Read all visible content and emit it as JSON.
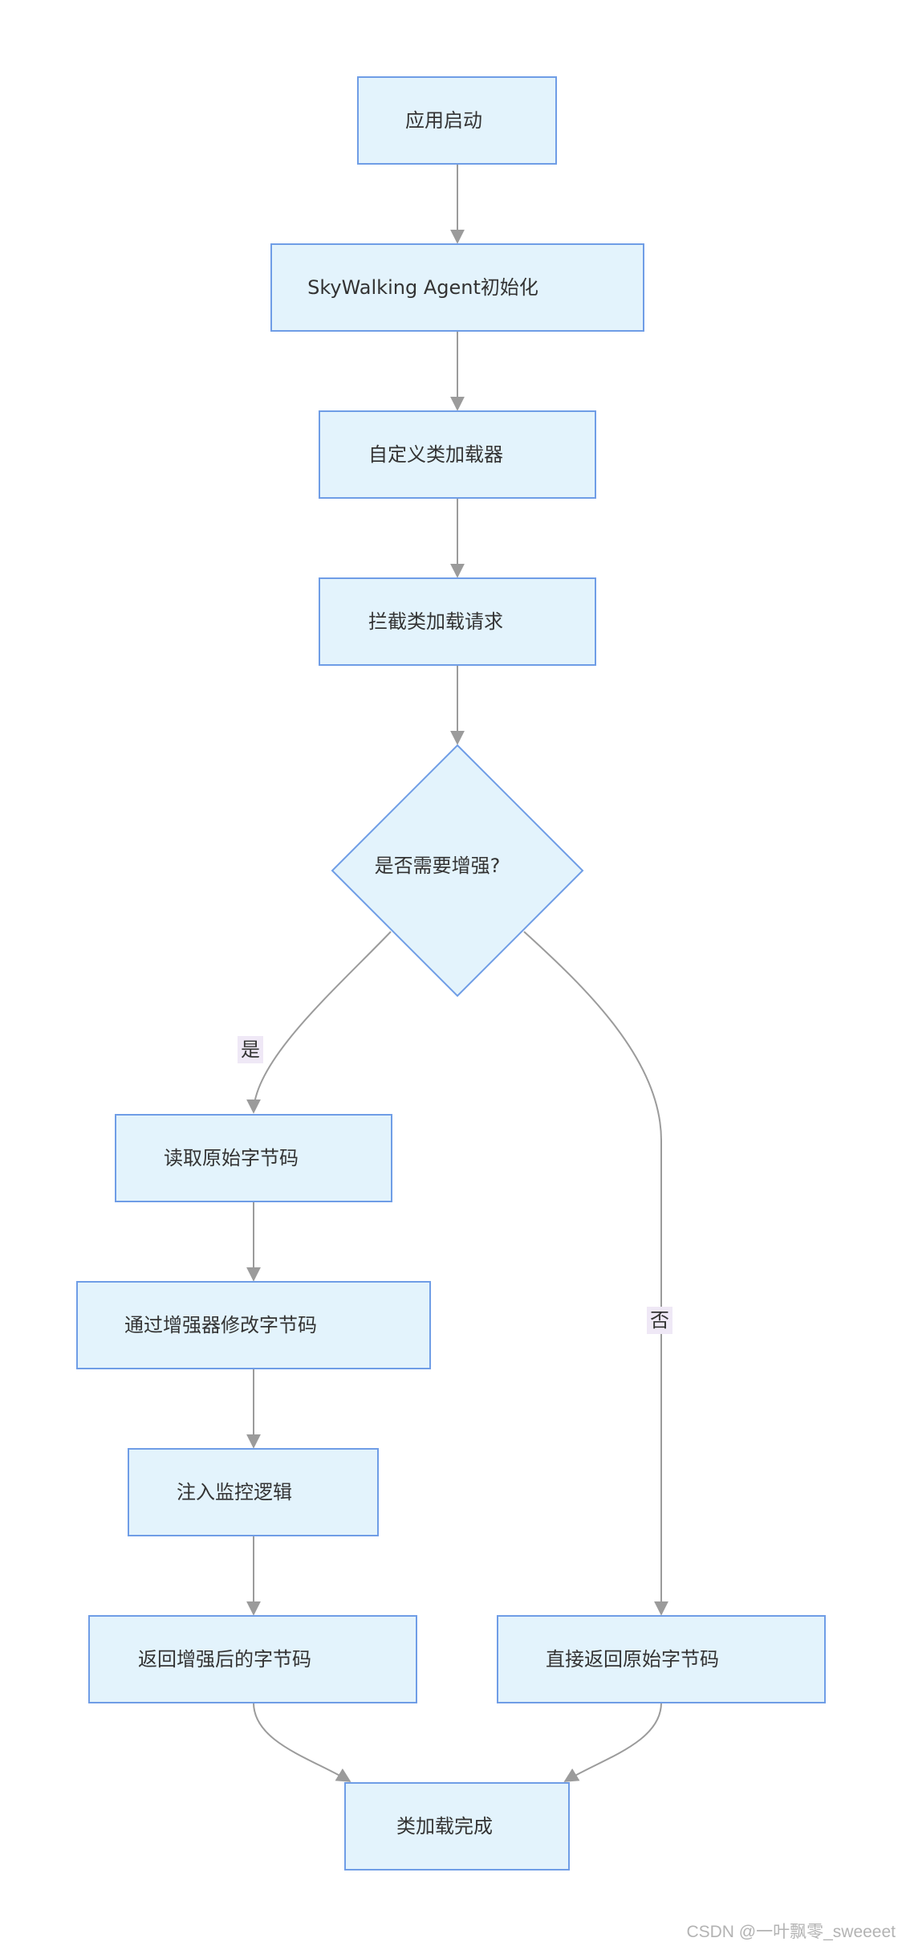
{
  "nodes": {
    "app_start": "应用启动",
    "agent_init": "SkyWalking Agent初始化",
    "custom_loader": "自定义类加载器",
    "intercept": "拦截类加载请求",
    "need_enhance": "是否需要增强?",
    "read_bytecode": "读取原始字节码",
    "modify_bytecode": "通过增强器修改字节码",
    "inject_logic": "注入监控逻辑",
    "return_enhanced": "返回增强后的字节码",
    "return_original": "直接返回原始字节码",
    "load_done": "类加载完成"
  },
  "edges": {
    "yes_label": "是",
    "no_label": "否"
  },
  "watermark": "CSDN @一叶飘零_sweeeet",
  "colors": {
    "node_fill": "#e3f3fc",
    "node_stroke": "#6f9de6",
    "edge": "#9b9b9b",
    "label_bg": "#efe8f6"
  }
}
